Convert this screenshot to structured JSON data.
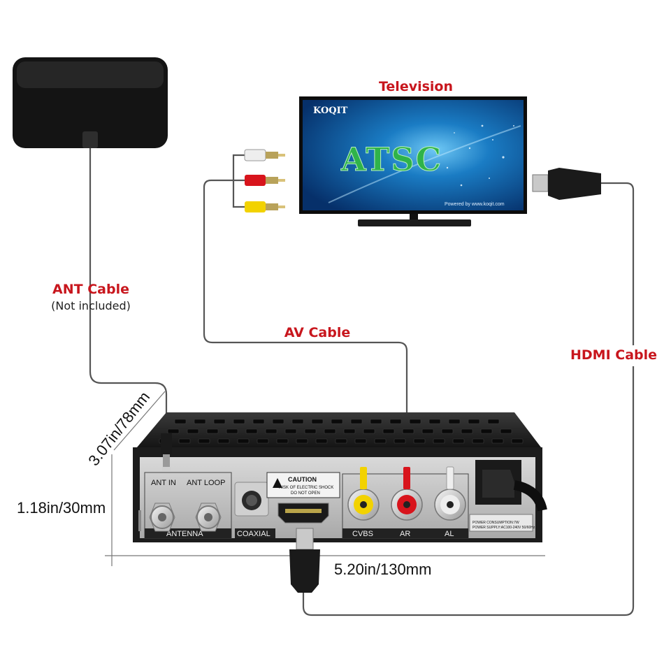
{
  "labels": {
    "television": "Television",
    "ant_cable": "ANT Cable",
    "ant_note": "(Not included)",
    "av_cable": "AV Cable",
    "hdmi_cable": "HDMI Cable"
  },
  "tv_screen": {
    "brand": "KOQIT",
    "headline": "ATSC",
    "footer": "Powered by www.koqit.com"
  },
  "dimensions": {
    "depth": "3.07in/78mm",
    "height": "1.18in/30mm",
    "width": "5.20in/130mm"
  },
  "box_panel": {
    "ant_in": "ANT IN",
    "ant_loop": "ANT LOOP",
    "antenna": "ANTENNA",
    "coaxial": "COAXIAL",
    "caution_title": "CAUTION",
    "caution_line1": "RISK OF ELECTRIC SHOCK",
    "caution_line2": "DO NOT OPEN",
    "cvbs": "CVBS",
    "ar": "AR",
    "al": "AL",
    "power_line1": "POWER CONSUMPTION:7W",
    "power_line2": "POWER SUPPLY:AC100-240V 50/60Hz"
  },
  "colors": {
    "label_red": "#c8161d",
    "rca_yellow": "#f2d200",
    "rca_red": "#d8141c",
    "rca_white": "#eeeeee",
    "atsc_green": "#2fb34a",
    "tv_blue": "#0a5fa8"
  }
}
